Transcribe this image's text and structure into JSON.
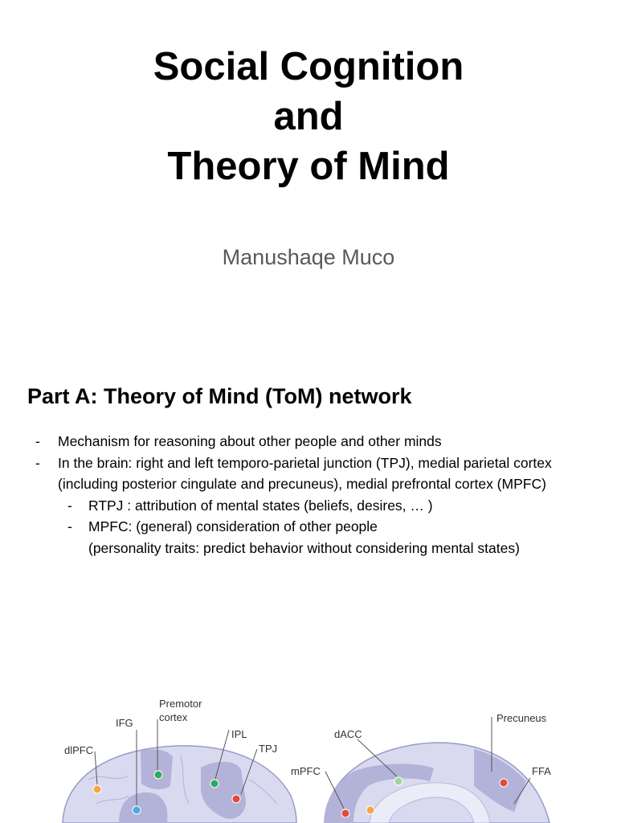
{
  "title": {
    "line1": "Social Cognition",
    "line2": "and",
    "line3": "Theory of Mind"
  },
  "author": "Manushaqe Muco",
  "section": {
    "heading": "Part A: Theory of Mind (ToM) network",
    "bullets": [
      {
        "dash": "-",
        "text": "Mechanism for reasoning about other people and other minds"
      },
      {
        "dash": "-",
        "text": "In the brain: right and left temporo-parietal junction (TPJ), medial parietal cortex (including posterior cingulate and precuneus), medial prefrontal cortex (MPFC)"
      },
      {
        "dash": "-",
        "text": "RTPJ : attribution of mental states (beliefs, desires, … )"
      },
      {
        "dash": "-",
        "text": "MPFC:  (general) consideration of other people",
        "continuation": "(personality traits: predict behavior without considering mental states)"
      }
    ]
  },
  "figure": {
    "labels": {
      "premotor_line1": "Premotor",
      "premotor_line2": "cortex",
      "ifg": "IFG",
      "ipl": "IPL",
      "dlpfc": "dlPFC",
      "tpj": "TPJ",
      "dacc": "dACC",
      "precuneus": "Precuneus",
      "mpfc": "mPFC",
      "ffa": "FFA"
    },
    "colors": {
      "brain_fill": "#d9daf0",
      "region_fill": "#b3b3d9",
      "dot_green": "#2eaa5a",
      "dot_red": "#e04a3a",
      "dot_orange": "#f5a64a",
      "dot_blue": "#4aa8e0",
      "dot_lightgreen": "#9ed89a"
    }
  }
}
